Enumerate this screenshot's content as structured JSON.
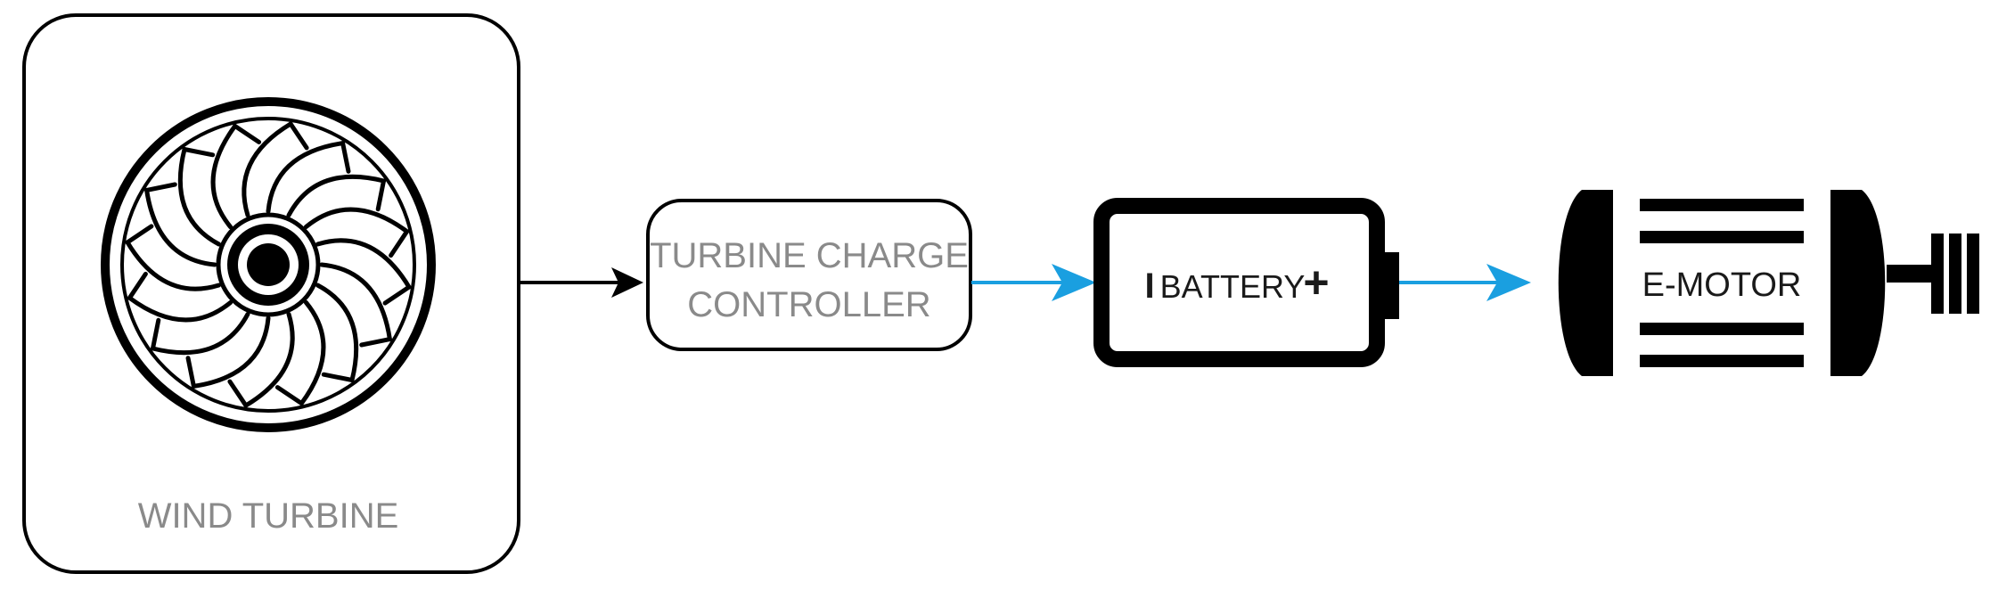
{
  "nodes": {
    "wind_turbine": {
      "label": "WIND TURBINE"
    },
    "charge_controller": {
      "line1": "TURBINE CHARGE",
      "line2": "CONTROLLER"
    },
    "battery": {
      "label": "BATTERY",
      "minus_symbol": "I",
      "plus_symbol": "+"
    },
    "emotor": {
      "label": "E-MOTOR"
    }
  },
  "connections": [
    {
      "from": "wind_turbine",
      "to": "charge_controller",
      "color": "#000000"
    },
    {
      "from": "charge_controller",
      "to": "battery",
      "color": "#1a9fe0"
    },
    {
      "from": "battery",
      "to": "emotor",
      "color": "#1a9fe0"
    }
  ],
  "colors": {
    "stroke": "#000000",
    "label_gray": "#8a8a8a",
    "power_flow": "#1a9fe0"
  },
  "icons": [
    "fan-icon",
    "battery-icon",
    "motor-icon",
    "shaft-coupling-icon"
  ]
}
